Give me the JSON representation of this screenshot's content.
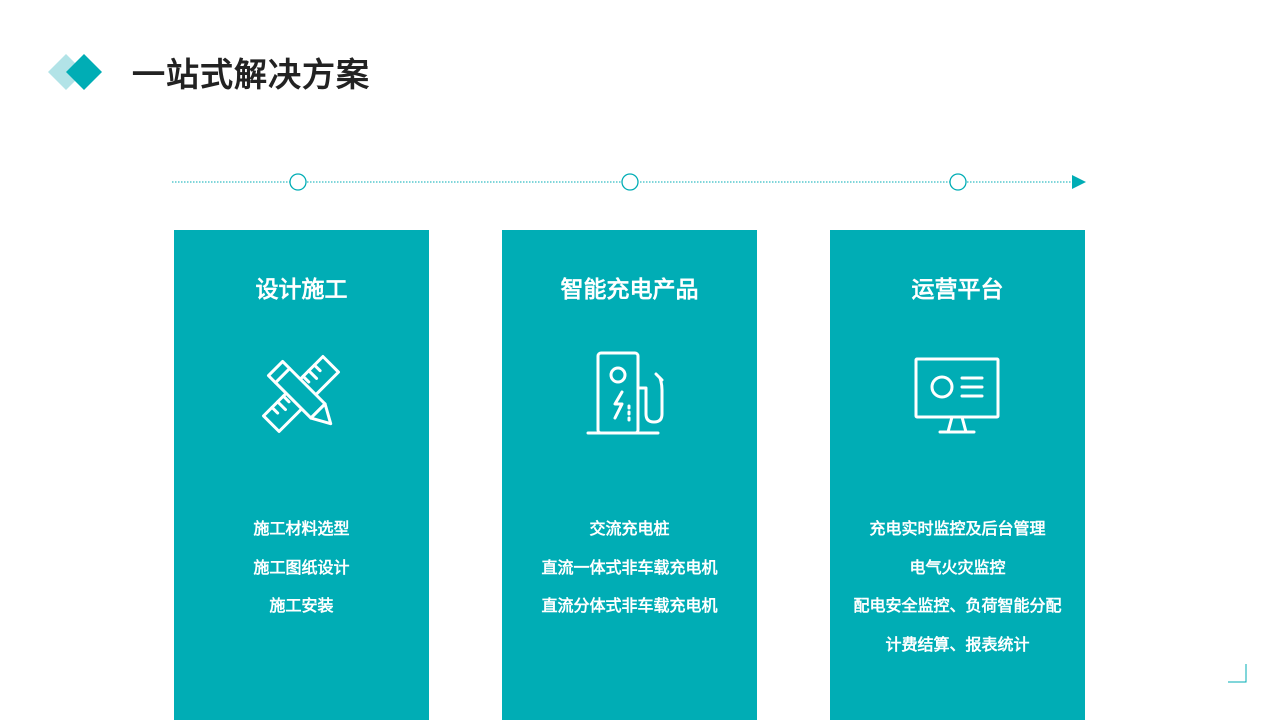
{
  "page": {
    "title": "一站式解决方案",
    "accent_color": "#00adb5",
    "logo_light_color": "#b2e3e7"
  },
  "timeline": {
    "icon": "arrow-right-icon",
    "nodes": 3
  },
  "cards": [
    {
      "title": "设计施工",
      "icon": "ruler-pencil-icon",
      "items": [
        "施工材料选型",
        "施工图纸设计",
        "施工安装"
      ]
    },
    {
      "title": "智能充电产品",
      "icon": "charging-station-icon",
      "items": [
        "交流充电桩",
        "直流一体式非车载充电机",
        "直流分体式非车载充电机"
      ]
    },
    {
      "title": "运营平台",
      "icon": "monitor-icon",
      "items": [
        "充电实时监控及后台管理",
        "电气火灾监控",
        "配电安全监控、负荷智能分配",
        "计费结算、报表统计"
      ]
    }
  ]
}
